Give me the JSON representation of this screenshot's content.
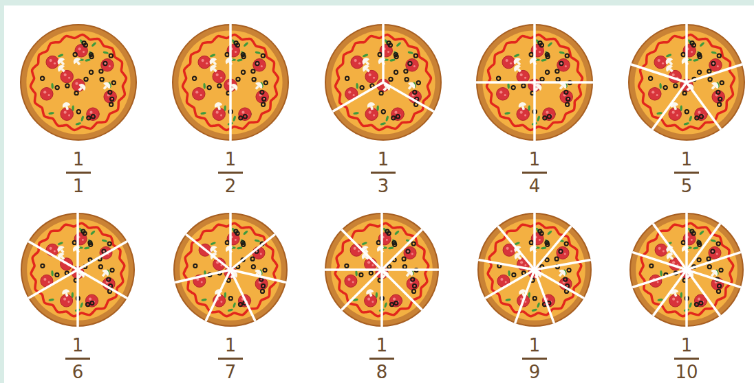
{
  "diagram": {
    "labels": [
      "1",
      "1",
      "1",
      "2",
      "1",
      "3",
      "1",
      "4",
      "1",
      "5",
      "1",
      "6",
      "1",
      "7",
      "1",
      "8",
      "1",
      "9",
      "1",
      "10"
    ]
  }
}
